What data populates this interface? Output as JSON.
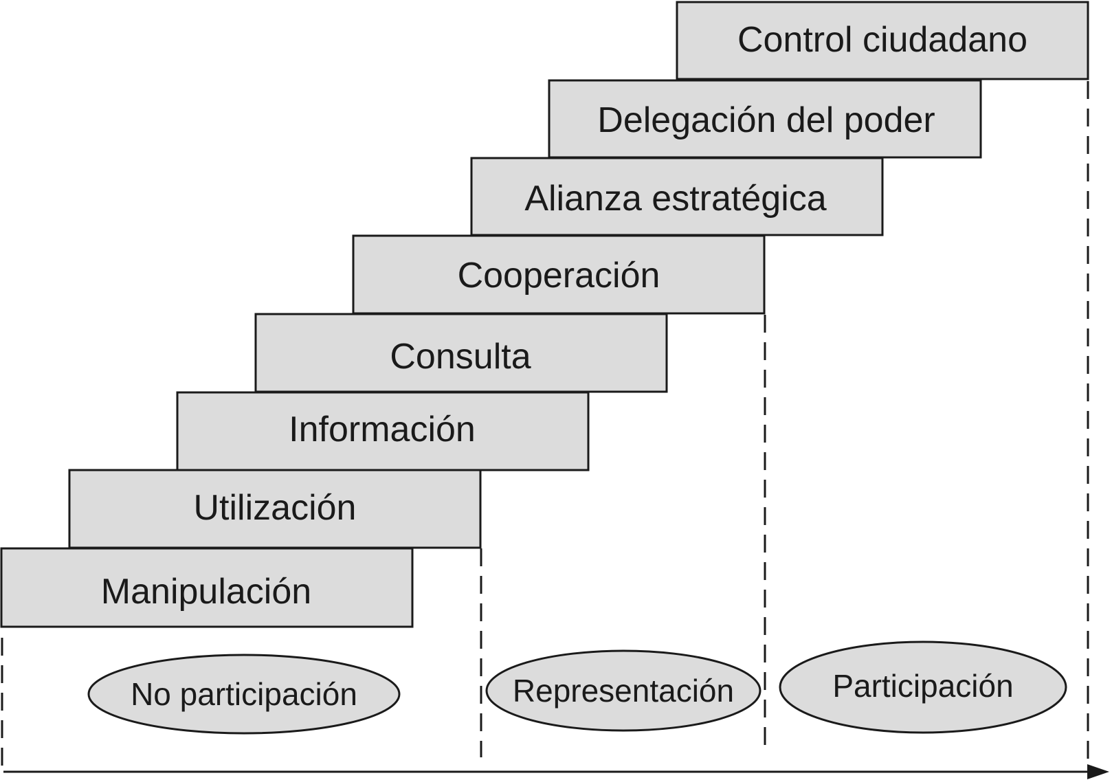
{
  "steps": [
    {
      "label": "Manipulación"
    },
    {
      "label": "Utilización"
    },
    {
      "label": "Información"
    },
    {
      "label": "Consulta"
    },
    {
      "label": "Cooperación"
    },
    {
      "label": "Alianza estratégica"
    },
    {
      "label": "Delegación del poder"
    },
    {
      "label": "Control ciudadano"
    }
  ],
  "groups": [
    {
      "label": "No participación"
    },
    {
      "label": "Representación"
    },
    {
      "label": "Participación"
    }
  ],
  "colors": {
    "fill": "#dcdcdc",
    "stroke": "#1a1a1a",
    "background": "#ffffff"
  }
}
